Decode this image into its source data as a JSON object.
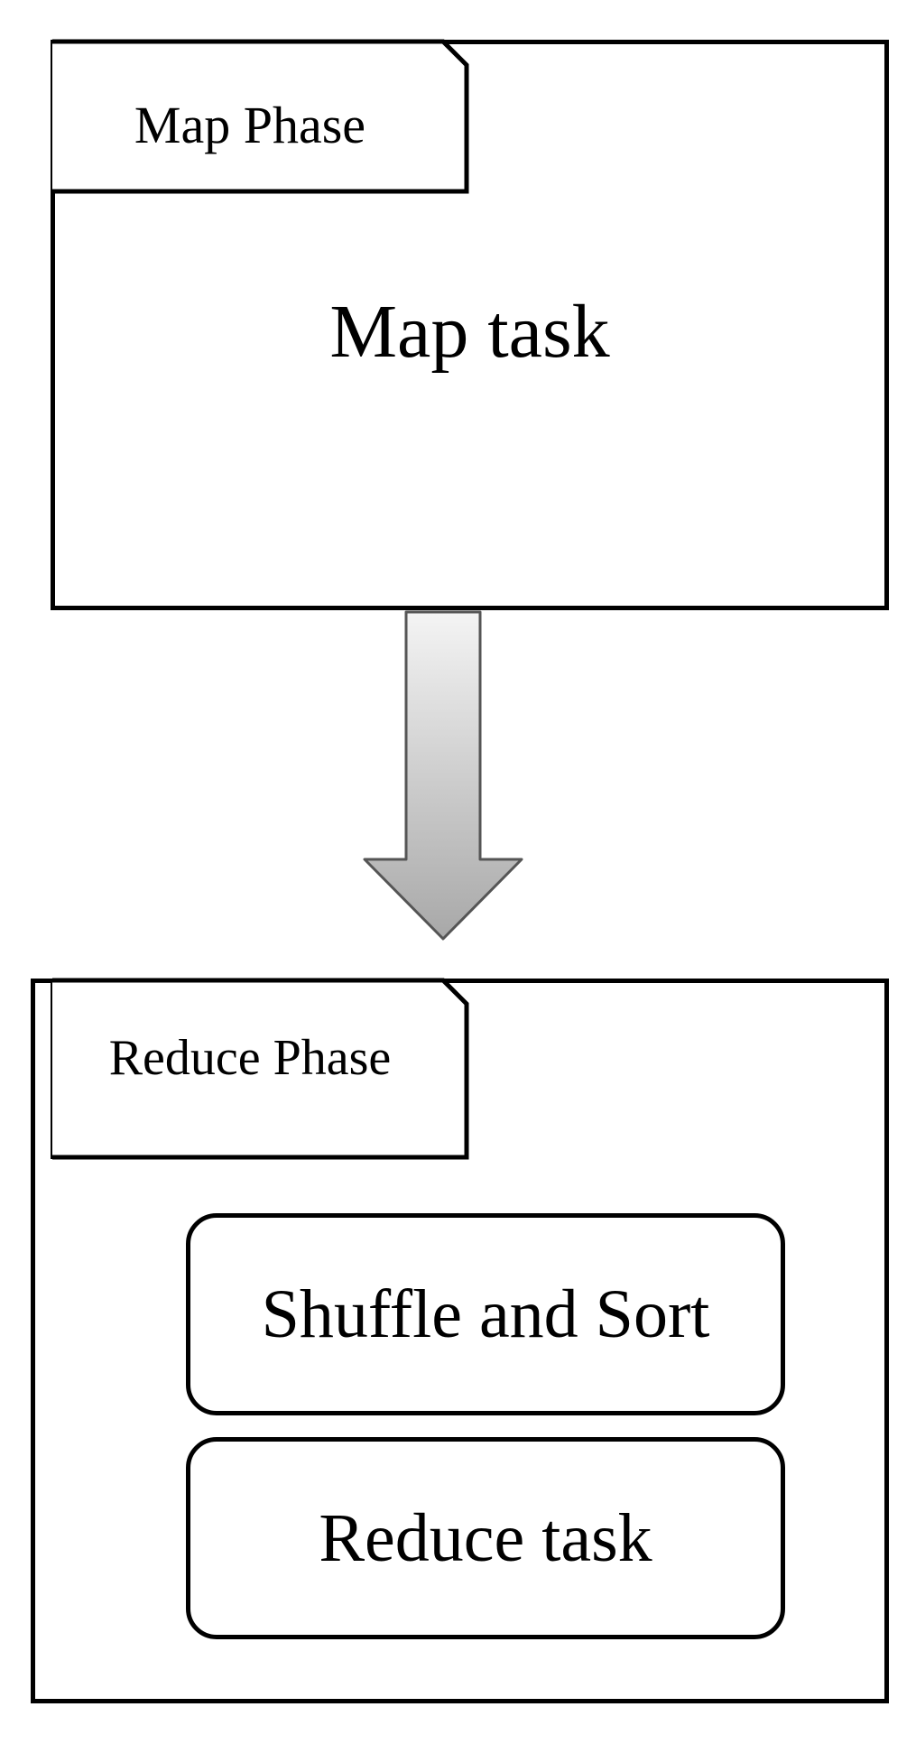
{
  "map_phase": {
    "tab_label": "Map Phase",
    "task_label": "Map task"
  },
  "reduce_phase": {
    "tab_label": "Reduce Phase",
    "steps": [
      {
        "label": "Shuffle and Sort"
      },
      {
        "label": "Reduce task"
      }
    ]
  },
  "colors": {
    "stroke": "#000000",
    "arrow_gradient_top": "#f2f2f2",
    "arrow_gradient_bottom": "#a9a9a9",
    "arrow_stroke": "#555555"
  },
  "icons": {
    "flow_arrow": "down-arrow-icon"
  }
}
